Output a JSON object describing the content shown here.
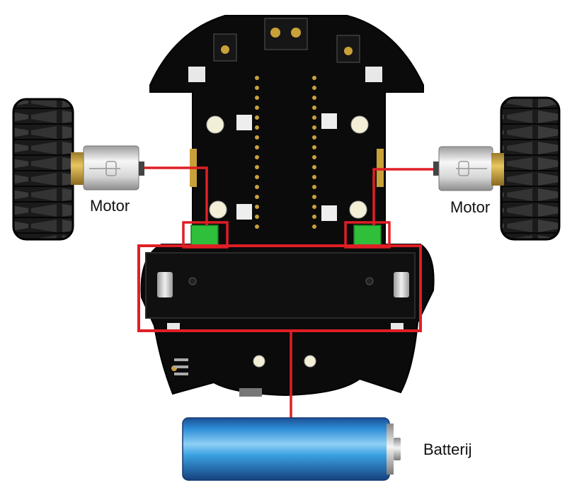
{
  "labels": {
    "motor_left": "Motor",
    "motor_right": "Motor",
    "battery": "Batterij"
  }
}
